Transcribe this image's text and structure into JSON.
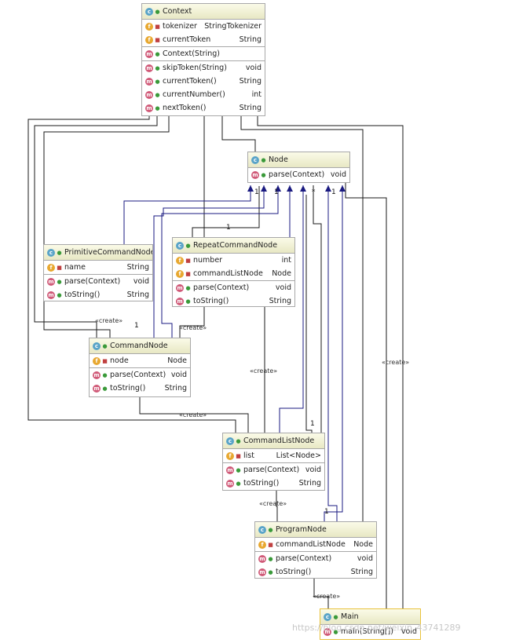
{
  "classes": {
    "context": {
      "name": "Context",
      "fields": [
        {
          "name": "tokenizer",
          "type": "StringTokenizer",
          "vis": "priv"
        },
        {
          "name": "currentToken",
          "type": "String",
          "vis": "priv"
        }
      ],
      "constructors": [
        {
          "name": "Context(String)",
          "type": ""
        }
      ],
      "methods": [
        {
          "name": "skipToken(String)",
          "type": "void"
        },
        {
          "name": "currentToken()",
          "type": "String"
        },
        {
          "name": "currentNumber()",
          "type": "int"
        },
        {
          "name": "nextToken()",
          "type": "String"
        }
      ]
    },
    "node": {
      "name": "Node",
      "methods": [
        {
          "name": "parse(Context)",
          "type": "void"
        }
      ]
    },
    "primitive_command_node": {
      "name": "PrimitiveCommandNode",
      "fields": [
        {
          "name": "name",
          "type": "String",
          "vis": "priv"
        }
      ],
      "methods": [
        {
          "name": "parse(Context)",
          "type": "void"
        },
        {
          "name": "toString()",
          "type": "String"
        }
      ]
    },
    "repeat_command_node": {
      "name": "RepeatCommandNode",
      "fields": [
        {
          "name": "number",
          "type": "int",
          "vis": "priv"
        },
        {
          "name": "commandListNode",
          "type": "Node",
          "vis": "priv"
        }
      ],
      "methods": [
        {
          "name": "parse(Context)",
          "type": "void"
        },
        {
          "name": "toString()",
          "type": "String"
        }
      ]
    },
    "command_node": {
      "name": "CommandNode",
      "fields": [
        {
          "name": "node",
          "type": "Node",
          "vis": "priv"
        }
      ],
      "methods": [
        {
          "name": "parse(Context)",
          "type": "void"
        },
        {
          "name": "toString()",
          "type": "String"
        }
      ]
    },
    "command_list_node": {
      "name": "CommandListNode",
      "fields": [
        {
          "name": "list",
          "type": "List<Node>",
          "vis": "priv"
        }
      ],
      "methods": [
        {
          "name": "parse(Context)",
          "type": "void"
        },
        {
          "name": "toString()",
          "type": "String"
        }
      ]
    },
    "program_node": {
      "name": "ProgramNode",
      "fields": [
        {
          "name": "commandListNode",
          "type": "Node",
          "vis": "priv"
        }
      ],
      "methods": [
        {
          "name": "parse(Context)",
          "type": "void"
        },
        {
          "name": "toString()",
          "type": "String"
        }
      ]
    },
    "main": {
      "name": "Main",
      "methods": [
        {
          "name": "main(String[])",
          "type": "void"
        }
      ]
    }
  },
  "labels": {
    "create": "«create»",
    "one": "1",
    "many": "*"
  },
  "watermark": "https://blog.csdn.net/weixin_43741289",
  "colors": {
    "header": "#f2f2d6",
    "border": "#a8a8a8",
    "line": "#1a1a1a",
    "inherit": "#1a1a80",
    "selected": "#e8c23c"
  }
}
